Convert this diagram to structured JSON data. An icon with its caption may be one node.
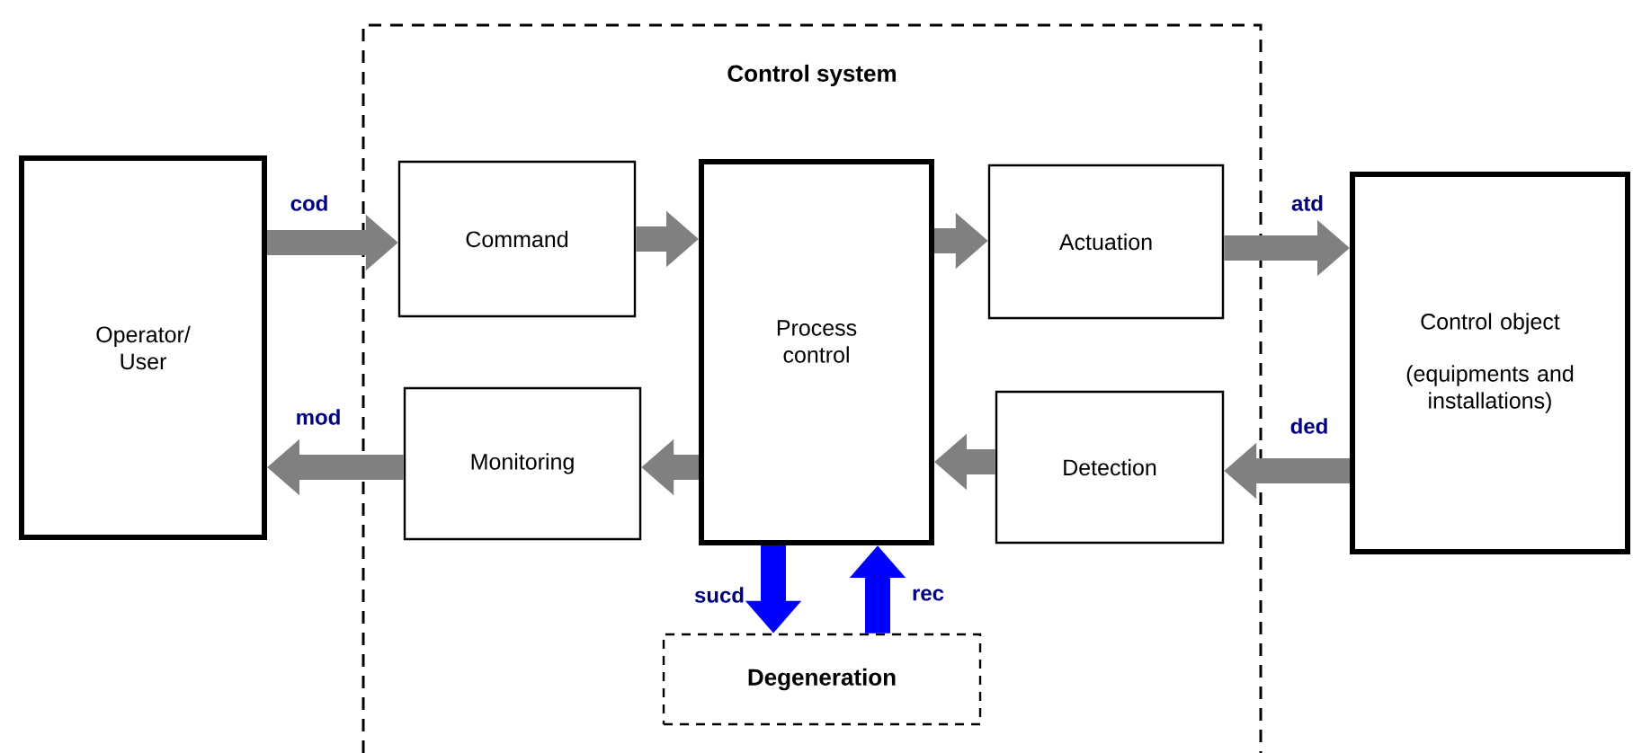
{
  "diagram": {
    "nodes": [
      {
        "text": [
          "Control system"
        ]
      },
      {
        "text": [
          "Operator/ User"
        ]
      },
      {
        "text": [
          "Command"
        ],
        "in": 0
      },
      {
        "text": [
          "Process control"
        ],
        "in": 0
      },
      {
        "text": [
          "Actuation"
        ],
        "in": 0
      },
      {
        "text": [
          "Monitoring"
        ],
        "in": 0
      },
      {
        "text": [
          "Detection"
        ],
        "in": 0
      },
      {
        "text": [
          "Control object",
          "(equipments and installations)"
        ]
      },
      {
        "text": [
          "Degeneration"
        ],
        "in": 0
      }
    ],
    "edges": [
      {
        "from": 1,
        "to": 2,
        "arrow": "to",
        "label": "cod"
      },
      {
        "from": 2,
        "to": 3,
        "arrow": "to"
      },
      {
        "from": 3,
        "to": 4,
        "arrow": "to"
      },
      {
        "from": 4,
        "to": 7,
        "arrow": "to",
        "label": "atd"
      },
      {
        "from": 7,
        "to": 6,
        "arrow": "to",
        "label": "ded"
      },
      {
        "from": 6,
        "to": 3,
        "arrow": "to"
      },
      {
        "from": 3,
        "to": 5,
        "arrow": "to"
      },
      {
        "from": 5,
        "to": 1,
        "arrow": "to",
        "label": "mod"
      },
      {
        "from": 3,
        "to": 8,
        "arrow": "to",
        "label": "sucd",
        "color": "#0000ff"
      },
      {
        "from": 8,
        "to": 3,
        "arrow": "to",
        "label": "rec",
        "color": "#0000ff"
      }
    ]
  }
}
